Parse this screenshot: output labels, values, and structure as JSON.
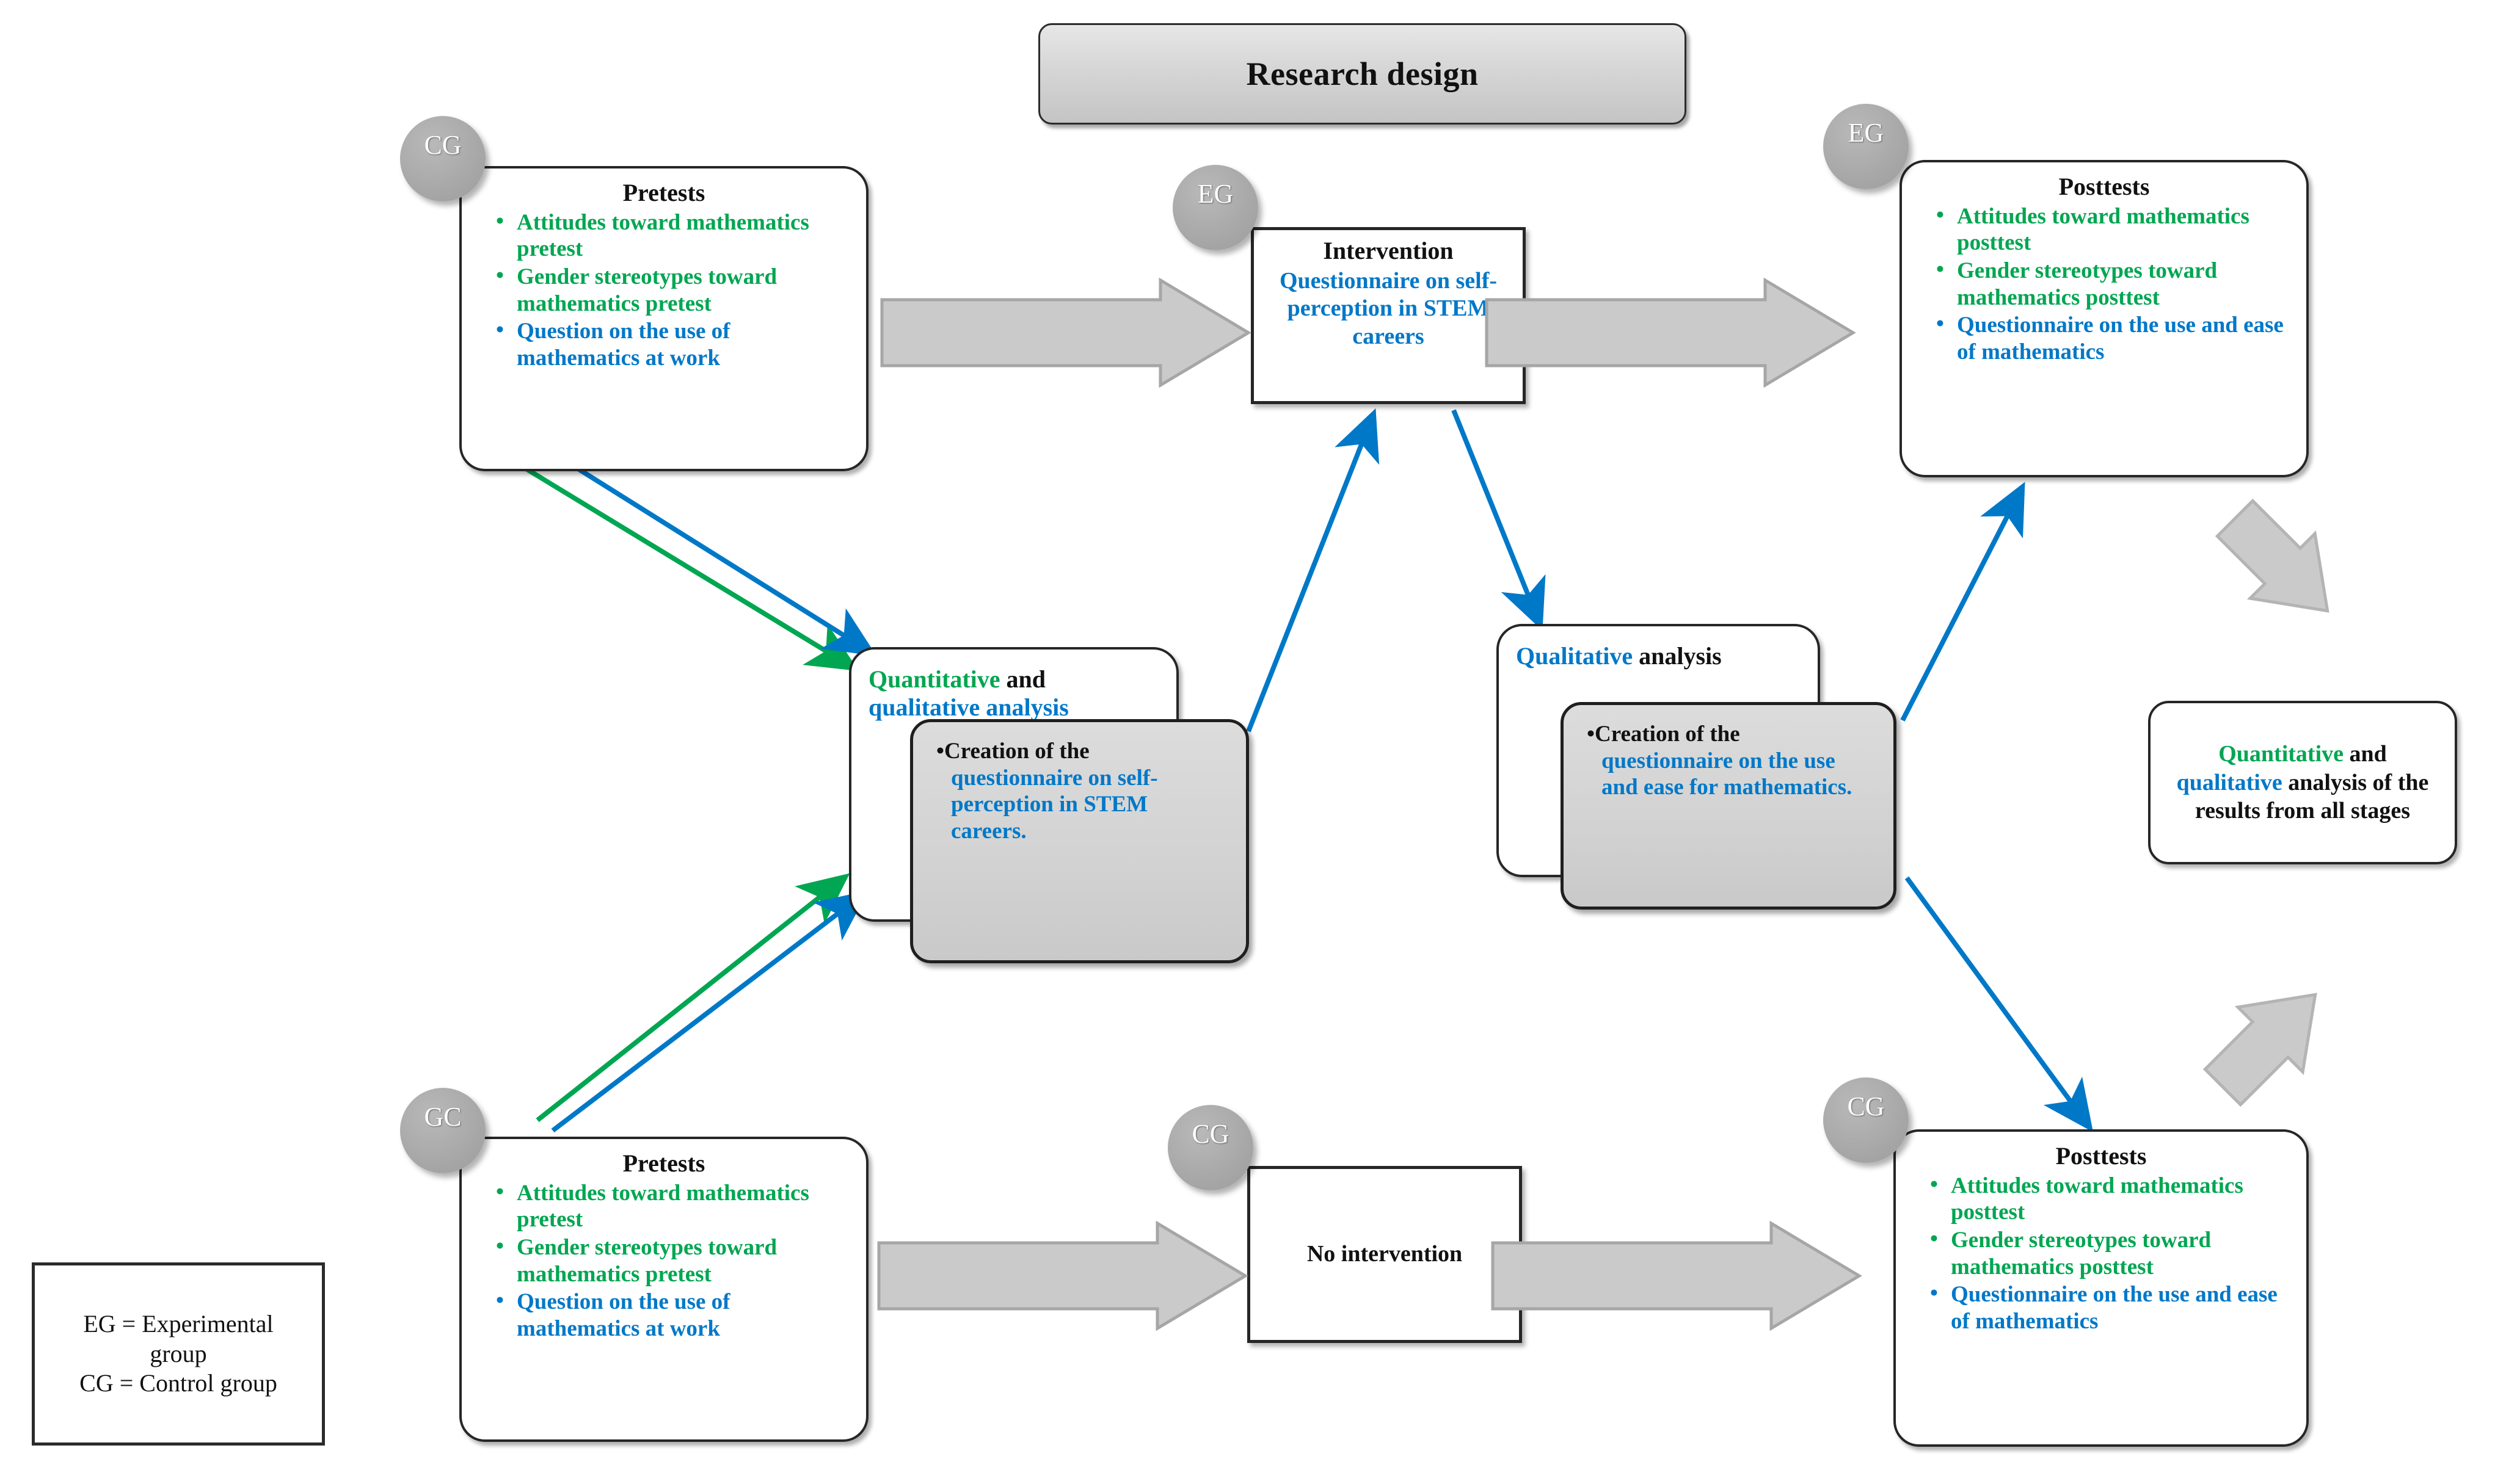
{
  "diagram": {
    "title": "Research design",
    "colors": {
      "quantitative_green": "#00a651",
      "qualitative_blue": "#0078c8",
      "badge_gray": "#a9a9a9",
      "block_arrow_gray": "#c8c8c8",
      "box_border": "#262626"
    }
  },
  "stages": {
    "eg_pretests": {
      "badge": "CG",
      "title": "Pretests",
      "bullets": [
        {
          "text": "Attitudes toward mathematics pretest",
          "color": "green"
        },
        {
          "text": "Gender stereotypes toward mathematics pretest",
          "color": "green"
        },
        {
          "text": "Question on the use of mathematics at work",
          "color": "blue"
        }
      ]
    },
    "intervention": {
      "badge": "EG",
      "title": "Intervention",
      "body": "Questionnaire on self-perception in STEM careers"
    },
    "eg_posttests": {
      "badge": "EG",
      "title": "Posttests",
      "bullets": [
        {
          "text": "Attitudes toward mathematics posttest",
          "color": "green"
        },
        {
          "text": "Gender stereotypes toward mathematics posttest",
          "color": "green"
        },
        {
          "text": "Questionnaire on the use and ease of mathematics",
          "color": "blue"
        }
      ]
    },
    "cg_pretests": {
      "badge": "GC",
      "title": "Pretests",
      "bullets": [
        {
          "text": "Attitudes toward mathematics pretest",
          "color": "green"
        },
        {
          "text": "Gender stereotypes toward mathematics pretest",
          "color": "green"
        },
        {
          "text": "Question on the use of mathematics at work",
          "color": "blue"
        }
      ]
    },
    "no_intervention": {
      "badge": "CG",
      "title": "No intervention"
    },
    "cg_posttests": {
      "badge": "CG",
      "title": "Posttests",
      "bullets": [
        {
          "text": "Attitudes toward mathematics posttest",
          "color": "green"
        },
        {
          "text": "Gender stereotypes toward mathematics posttest",
          "color": "green"
        },
        {
          "text": "Questionnaire on the use and ease of mathematics",
          "color": "blue"
        }
      ]
    }
  },
  "analysis_left": {
    "title_part1": "Quantitative",
    "title_part2": " and",
    "title_part3": "qualitative analysis",
    "bullet_lead": "Creation of the ",
    "bullet_highlight": "questionnaire on self-perception in STEM careers."
  },
  "analysis_right": {
    "title_part1": "Qualitative",
    "title_part2": " analysis",
    "bullet_lead": "Creation of the ",
    "bullet_highlight": "questionnaire on the use and ease for mathematics."
  },
  "final_result": {
    "part1": "Quantitative",
    "part2": " and ",
    "part3": "qualitative",
    "part4": " analysis of the results from all stages"
  },
  "legend": {
    "line1": "EG = Experimental",
    "line2": "group",
    "line3": "CG = Control group"
  }
}
